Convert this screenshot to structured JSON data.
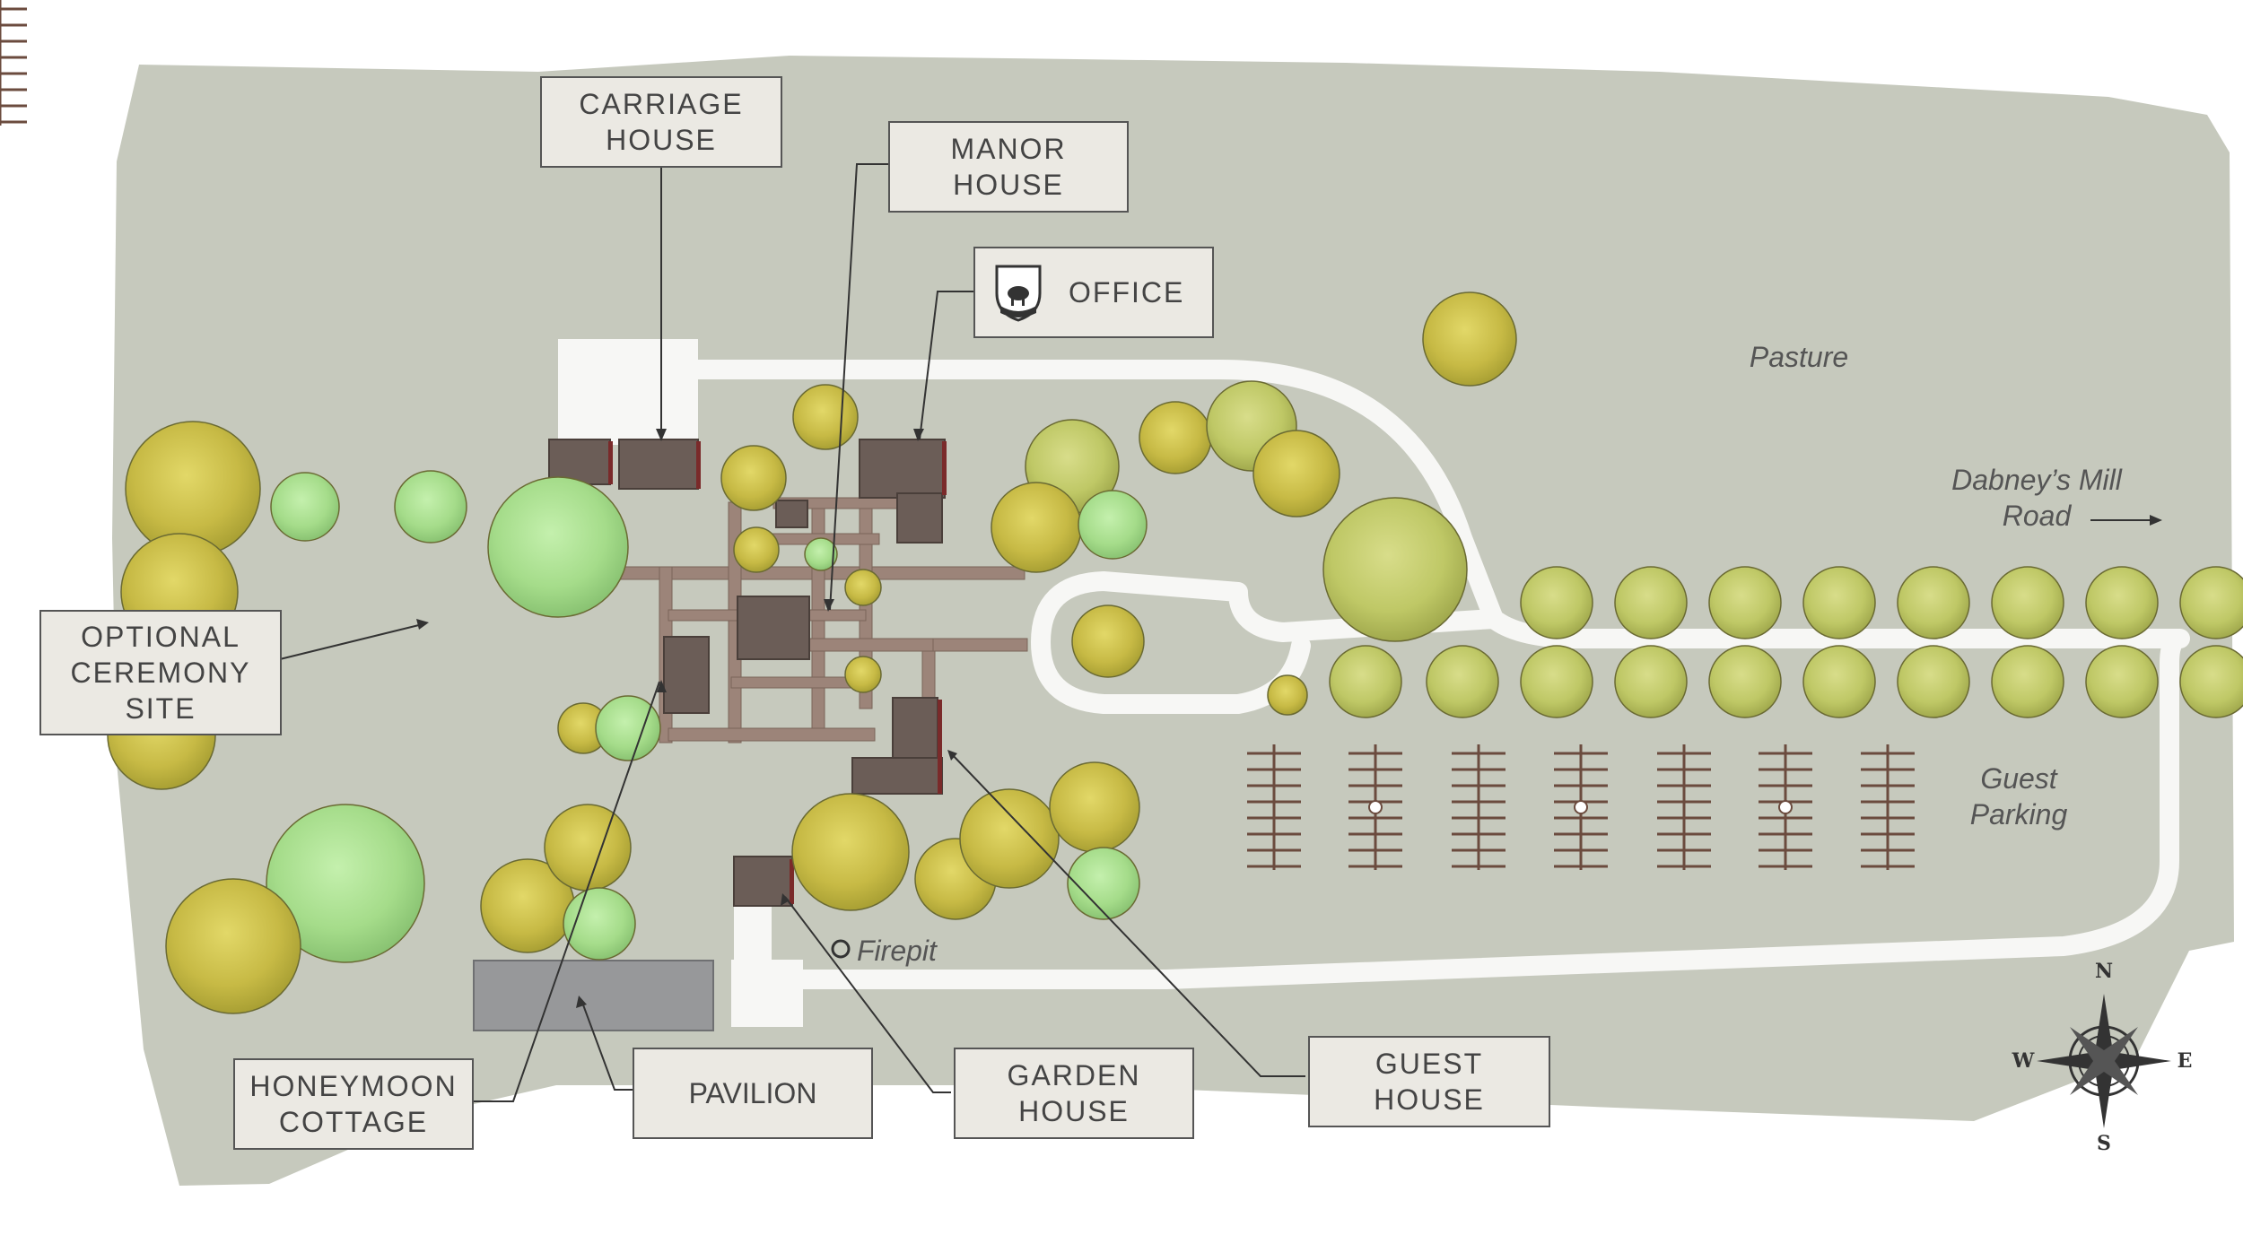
{
  "labels": {
    "carriage_house": "CARRIAGE\nHOUSE",
    "manor_house": "MANOR\nHOUSE",
    "office": "OFFICE",
    "optional_ceremony_site": "OPTIONAL\nCEREMONY\nSITE",
    "honeymoon_cottage": "HONEYMOON\nCOTTAGE",
    "pavilion": "PAVILION",
    "garden_house": "GARDEN\nHOUSE",
    "guest_house": "GUEST\nHOUSE"
  },
  "area_labels": {
    "pasture": "Pasture",
    "road": "Dabney’s Mill\nRoad",
    "parking": "Guest\nParking",
    "firepit": "Firepit"
  },
  "compass": {
    "n": "N",
    "s": "S",
    "e": "E",
    "w": "W"
  },
  "colors": {
    "ground": "#c6c9bd",
    "path": "#f7f7f5",
    "roof": "#6b5d57",
    "walkway": "#9c8479",
    "tree_yellow": "#c9bd4a",
    "tree_green": "#a9dc8e",
    "pavilion": "#97989a",
    "callout_bg": "#ebe9e3"
  },
  "icons": [
    "office-logo-icon",
    "compass-rose-icon"
  ]
}
